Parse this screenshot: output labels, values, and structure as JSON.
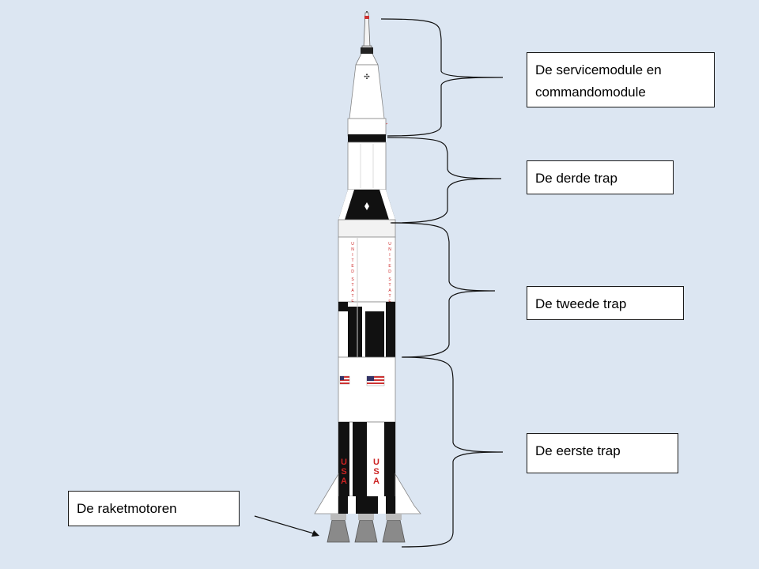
{
  "labels": {
    "service_module": "De servicemodule  en commandomodule",
    "third_stage": "De derde trap",
    "second_stage": "De tweede trap",
    "first_stage": "De eerste trap",
    "rocket_engines": "De raketmotoren"
  },
  "rocket_markings": {
    "united_states": "UNITED STATES",
    "usa": "USA"
  },
  "colors": {
    "background": "#dce6f2",
    "rocket_white": "#ffffff",
    "rocket_black": "#111111",
    "marking_red": "#cc2222",
    "engine_gray": "#8a8a8a"
  }
}
